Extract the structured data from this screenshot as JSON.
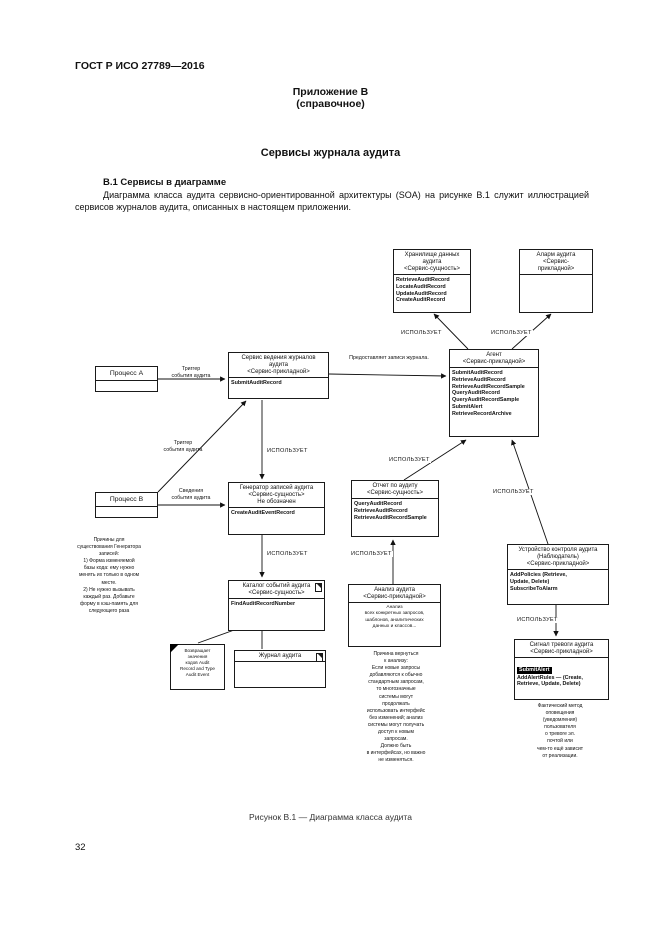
{
  "page": {
    "header": "ГОСТ Р ИСО 27789—2016",
    "annex_label": "Приложение В",
    "annex_type": "(справочное)",
    "title": "Сервисы журнала аудита",
    "section_heading": "В.1 Сервисы в диаграмме",
    "paragraph": "Диаграмма класса аудита сервисно-ориентированной архитектуры (SOA) на рисунке В.1 служит иллюстрацией сервисов журналов аудита, описанных в настоящем приложении.",
    "figure_caption": "Рисунок В.1 — Диаграмма класса аудита",
    "page_number": "32"
  },
  "diagram": {
    "uses_label": "ИСПОЛЬЗУЕТ",
    "boxes": {
      "repository": {
        "title": [
          "Хранилище данных",
          "аудита",
          "<Сервис-сущность>"
        ],
        "methods": [
          "RetrieveAuditRecord",
          "LocateAuditRecord",
          "UpdateAuditRecord",
          "CreateAuditRecord"
        ]
      },
      "alarm": {
        "title": [
          "Аларм аудита",
          "<Сервис-",
          "прикладной>"
        ]
      },
      "agent": {
        "title": [
          "Агент",
          "<Сервис-прикладной>"
        ],
        "methods": [
          "SubmitAuditRecord",
          "RetrieveAuditRecord",
          "RetrieveAuditRecordSample",
          "QueryAuditRecord",
          "QueryAuditRecordSample",
          "SubmitAlert",
          "RetrieveRecordArchive"
        ]
      },
      "process_a": {
        "title": "Процесс А"
      },
      "process_b": {
        "title": "Процесс В"
      },
      "logging_service": {
        "title": [
          "Сервис ведения журналов",
          "аудита",
          "<Сервис-прикладной>"
        ],
        "methods": [
          "SubmitAuditRecord"
        ]
      },
      "generator": {
        "title": [
          "Генератор записей аудита",
          "<Сервис-сущность>",
          "Не обозначен"
        ],
        "methods": [
          "CreateAuditEventRecord"
        ]
      },
      "catalogue": {
        "title": [
          "Каталог событий аудита",
          "<Сервис-сущность>"
        ],
        "methods": [
          "FindAuditRecordNumber"
        ]
      },
      "audit_log": {
        "title": [
          "Журнал аудита"
        ]
      },
      "report": {
        "title": [
          "Отчет по аудиту",
          "<Сервис-сущность>"
        ],
        "methods": [
          "QueryAuditRecord",
          "RetrieveAuditRecord",
          "RetrieveAuditRecordSample"
        ]
      },
      "analysis": {
        "title": [
          "Анализ аудита",
          "<Сервис-прикладной>"
        ],
        "body": [
          "Анализ",
          "всех конкретных запросов,",
          "шаблонов, аналитических",
          "данных и классов..."
        ]
      },
      "monitoring": {
        "title": [
          "Устройство контроля аудита",
          "(Наблюдатель)",
          "<Сервис-прикладной>"
        ],
        "methods": [
          "AddPolicies (Retrieve,",
          "Update, Delete)",
          "SubscribeToAlarm"
        ]
      },
      "alert": {
        "title": [
          "Сигнал тревоги аудита",
          "<Сервис-прикладной>"
        ],
        "method_highlight": "SubmitAlert",
        "methods": [
          "AddAlertRules — (Create,",
          "Retrieve, Update, Delete)"
        ]
      }
    },
    "labels": {
      "trigger": [
        "Триггер",
        "события аудита"
      ],
      "provides": "Предоставляет записи журнала.",
      "event_info": [
        "Сведения",
        "события аудита"
      ]
    },
    "notes": {
      "generator_reasons": [
        "Причины для",
        "существования Генератора",
        "записей:",
        "1) Форма изменяемой",
        "базы кода: ему нужно",
        "менять их только в одном",
        "месте.",
        "2) Не нужно вызывать",
        "каждый раз. Добавьте",
        "форму в кэш-память для",
        "следующего раза"
      ],
      "catalogue_callout": [
        "Возвращает",
        "значения",
        "кодов Audit",
        "Record and Type",
        "Audit Event"
      ],
      "analysis_reason": [
        "Причина вернуться",
        "к анализу:",
        "Если новые запросы",
        "добавляются к обычно",
        "стандартным запросам,",
        "то многозначные",
        "системы могут",
        "продолжать",
        "использовать интерфейс",
        "без изменений; анализ",
        "системы могут получать",
        "доступ к новым",
        "запросам.",
        "Должно быть",
        "в интерфейсах, но важно",
        "не изменяться."
      ],
      "alert_note": [
        "Фактический метод",
        "оповещения",
        "(уведомления)",
        "пользователя",
        "о тревоге эл.",
        "почтой или",
        "чем-то ещё зависит",
        "от реализации."
      ]
    }
  }
}
